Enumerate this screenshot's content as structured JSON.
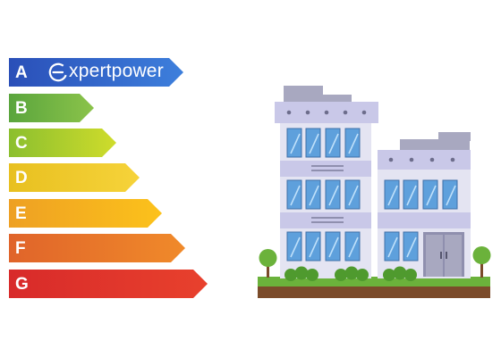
{
  "brand": {
    "name": "xpertpower"
  },
  "rating_bands": [
    {
      "letter": "A",
      "color_start": "#2a4fb8",
      "color_end": "#3d7fdc"
    },
    {
      "letter": "B",
      "color_start": "#5aa53d",
      "color_end": "#8bc34a"
    },
    {
      "letter": "C",
      "color_start": "#8bbf2e",
      "color_end": "#cfdc2c"
    },
    {
      "letter": "D",
      "color_start": "#e8c020",
      "color_end": "#f6d33a"
    },
    {
      "letter": "E",
      "color_start": "#eea023",
      "color_end": "#fcc21b"
    },
    {
      "letter": "F",
      "color_start": "#e0642a",
      "color_end": "#f08a2a"
    },
    {
      "letter": "G",
      "color_start": "#d82a2a",
      "color_end": "#e8412d"
    }
  ]
}
